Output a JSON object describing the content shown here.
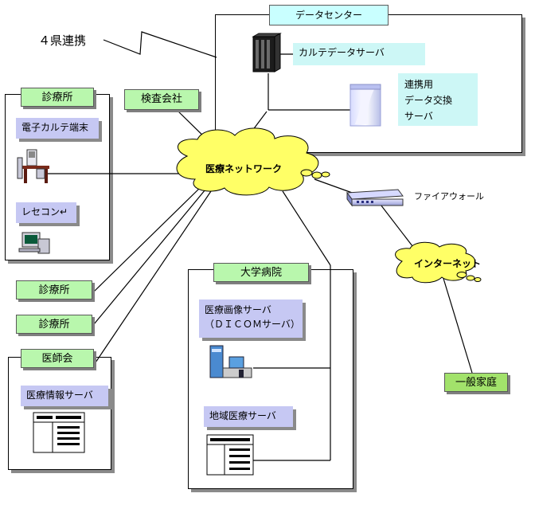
{
  "annotation": "４県連携",
  "data_center": {
    "title": "データセンター",
    "karte_server": "カルテデータサーバ",
    "exchange_server": [
      "連携用",
      "データ交換",
      "サーバ"
    ]
  },
  "inspection_company": "検査会社",
  "network_cloud": "医療ネットワーク",
  "firewall": "ファイアウォール",
  "internet_cloud": "インターネット",
  "home": "一般家庭",
  "clinic_main": {
    "title": "診療所",
    "terminal": "電子カルテ端末",
    "receipt": "レセコン↵"
  },
  "clinic_2": "診療所",
  "clinic_3": "診療所",
  "medical_assoc": {
    "title": "医師会",
    "server": "医療情報サーバ"
  },
  "university": {
    "title": "大学病院",
    "imaging_server": [
      "医療画像サーバ",
      "（ＤＩＣＯＭサーバ）"
    ],
    "regional_server": "地域医療サーバ"
  },
  "colors": {
    "cloud_fill": "#ffff66",
    "green_label": "#b9f7ad",
    "blue_label": "#c6c8f3",
    "cyan_label": "#cdf7f6"
  }
}
